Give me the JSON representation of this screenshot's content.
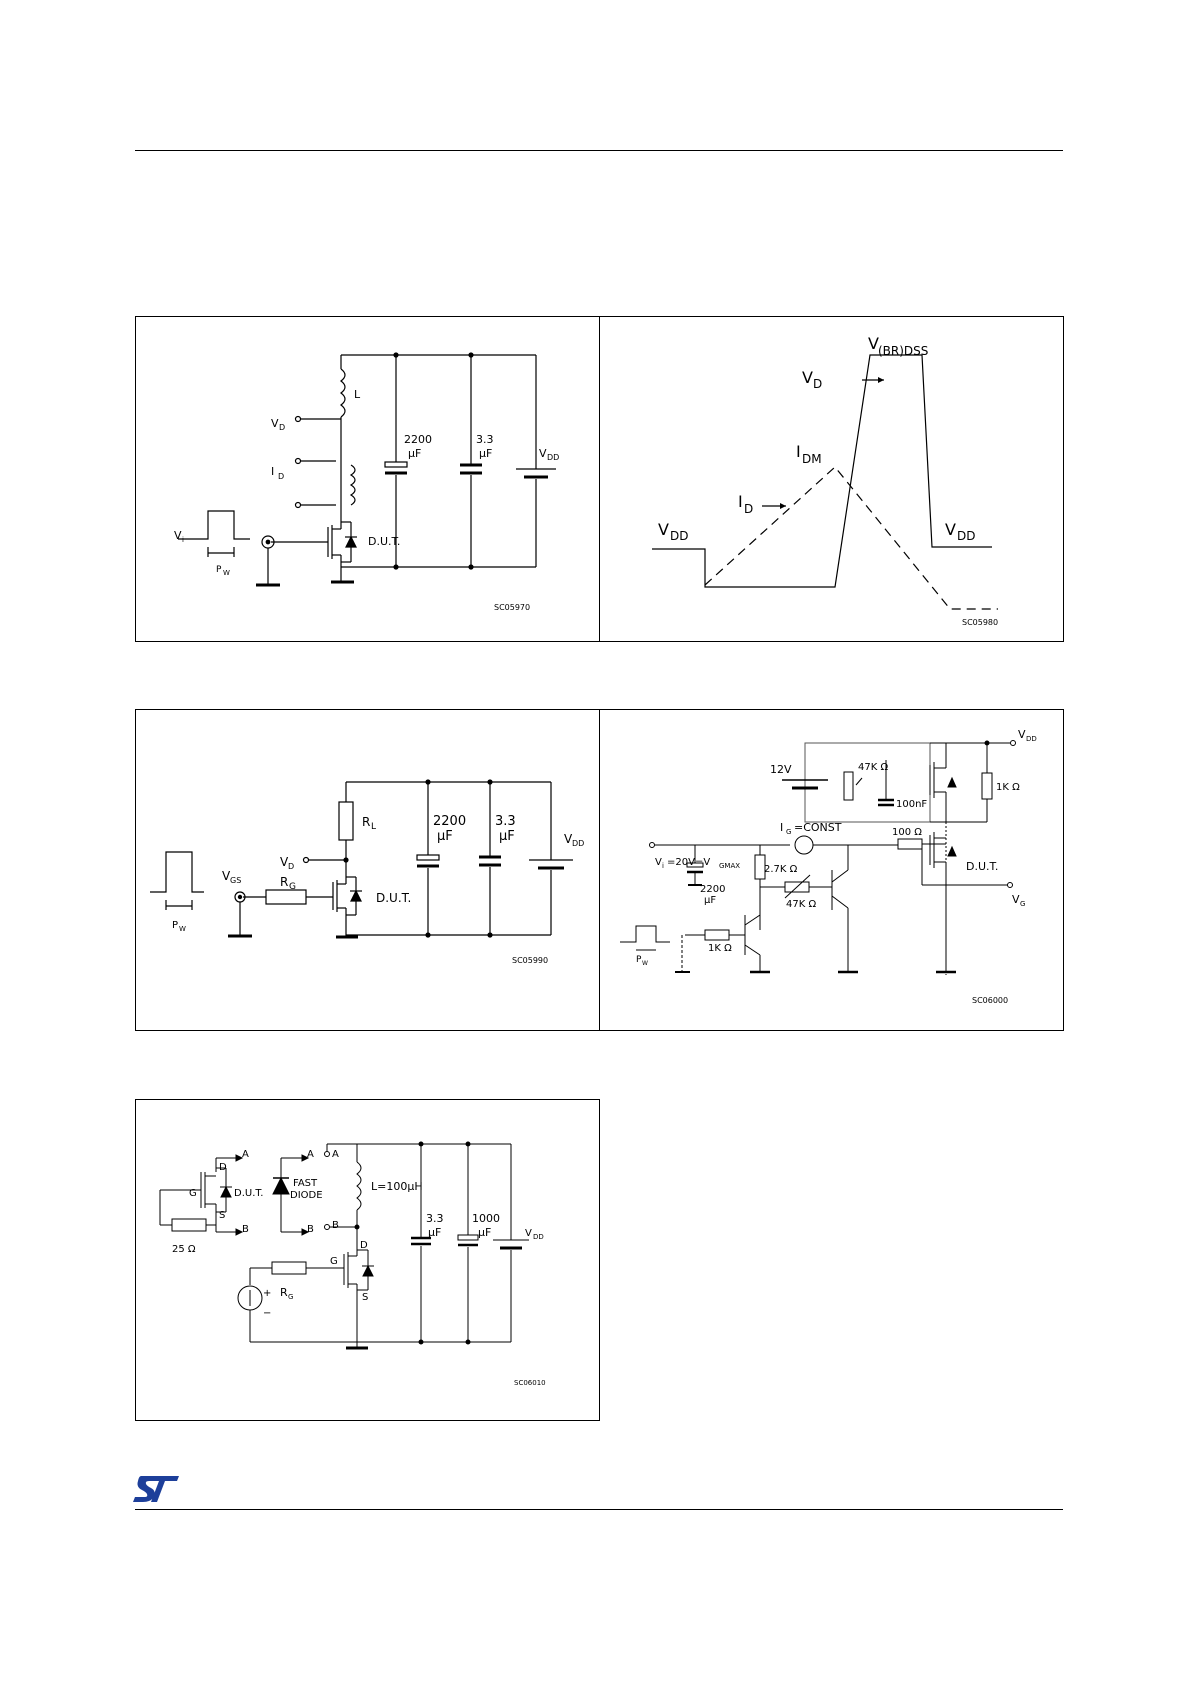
{
  "figures": {
    "fig1": {
      "code": "SC05970",
      "labels": {
        "inductor": "L",
        "vd": "V",
        "vd_sub": "D",
        "id": "I",
        "id_sub": "D",
        "vi": "V",
        "vi_sub": "i",
        "pw": "P",
        "pw_sub": "W",
        "dut": "D.U.T.",
        "cap1_value": "2200",
        "cap1_unit": "μF",
        "cap2_value": "3.3",
        "cap2_unit": "μF",
        "vdd": "V",
        "vdd_sub": "DD"
      }
    },
    "fig2": {
      "code": "SC05980",
      "labels": {
        "vbr": "V",
        "vbr_sub": "(BR)DSS",
        "vd": "V",
        "vd_sub": "D",
        "idm": "I",
        "idm_sub": "DM",
        "id": "I",
        "id_sub": "D",
        "vdd_left": "V",
        "vdd_left_sub": "DD",
        "vdd_right": "V",
        "vdd_right_sub": "DD"
      }
    },
    "fig3": {
      "code": "SC05990",
      "labels": {
        "rl": "R",
        "rl_sub": "L",
        "vd": "V",
        "vd_sub": "D",
        "rg": "R",
        "rg_sub": "G",
        "vgs": "V",
        "vgs_sub": "GS",
        "pw": "P",
        "pw_sub": "W",
        "dut": "D.U.T.",
        "cap1_value": "2200",
        "cap1_unit": "μF",
        "cap2_value": "3.3",
        "cap2_unit": "μF",
        "vdd": "V",
        "vdd_sub": "DD"
      }
    },
    "fig4": {
      "code": "SC06000",
      "labels": {
        "v12": "12V",
        "r47k_top": "47K Ω",
        "c100n": "100nF",
        "r1k_right": "1K Ω",
        "vdd": "V",
        "vdd_sub": "DD",
        "ig": "I",
        "ig_sub": "G",
        "ig_rest": "=CONST",
        "r100": "100 Ω",
        "dut": "D.U.T.",
        "vi": "V",
        "vi_sub": "i",
        "vi_rest": "=20V=V",
        "vgmax_sub": "GMAX",
        "cap_value": "2200",
        "cap_unit": "μF",
        "r27k": "2.7K Ω",
        "r47k_bottom": "47K Ω",
        "vg": "V",
        "vg_sub": "G",
        "r1k_bottom": "1K Ω",
        "pw": "P",
        "pw_sub": "W"
      }
    },
    "fig5": {
      "code": "SC06010",
      "labels": {
        "a": "A",
        "b": "B",
        "d": "D",
        "s": "S",
        "g": "G",
        "dut": "D.U.T.",
        "r25": "25 Ω",
        "fast": "FAST",
        "diode": "DIODE",
        "inductor": "L=100μH",
        "rg": "R",
        "rg_sub": "G",
        "plus": "+",
        "minus": "−",
        "cap1_value": "3.3",
        "cap1_unit": "μF",
        "cap2_value": "1000",
        "cap2_unit": "μF",
        "vdd": "V",
        "vdd_sub": "DD"
      }
    }
  },
  "colors": {
    "ink": "#000000",
    "logo_blue": "#1d3f9a",
    "page": "#ffffff"
  }
}
